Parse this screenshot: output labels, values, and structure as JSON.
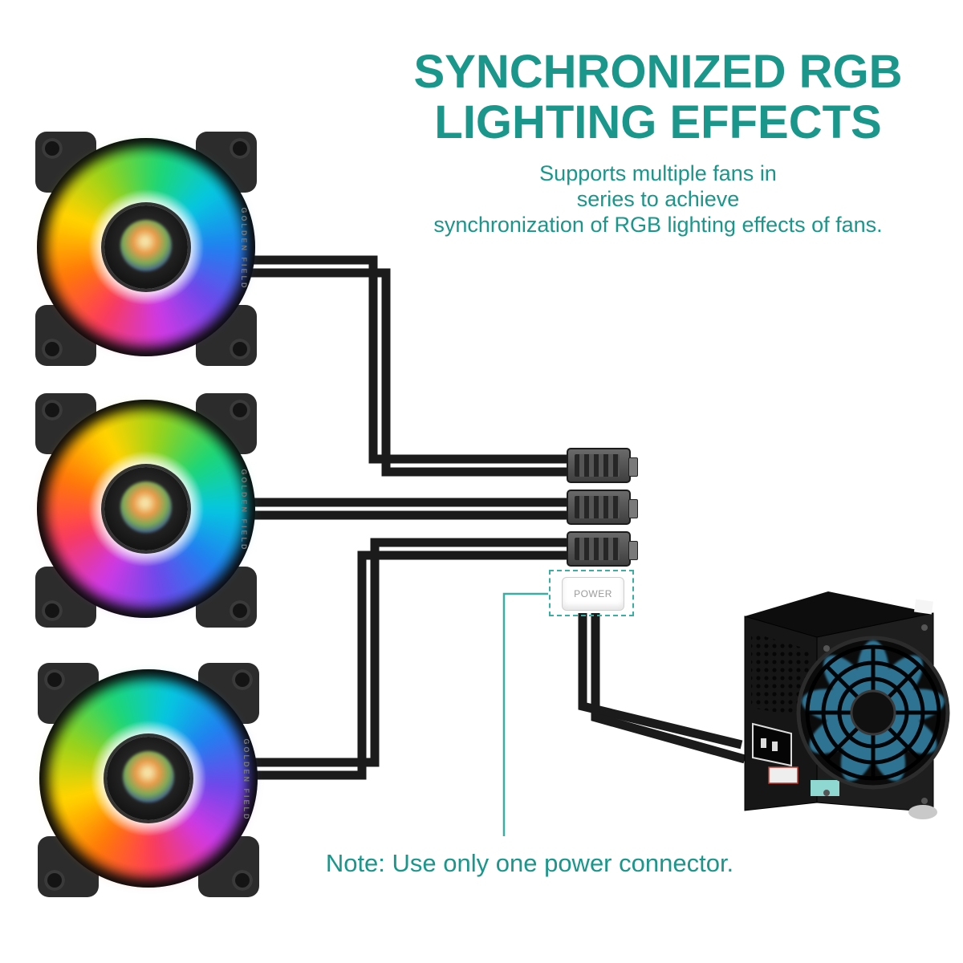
{
  "header": {
    "title_line1": "SYNCHRONIZED RGB",
    "title_line2": "LIGHTING EFFECTS",
    "subtitle_lines": {
      "l1": "Supports multiple fans in",
      "l2": "series to achieve",
      "l3": "synchronization of RGB lighting effects of fans."
    }
  },
  "diagram": {
    "fan_brand": "GOLDEN FIELD",
    "fan_count": "3",
    "power_connector_label": "POWER",
    "note": "Note: Use only one power connector."
  },
  "colors": {
    "teal_text": "#1a968a",
    "annotation_line": "#3aaea3",
    "cable": "#1b1b1b",
    "background": "#ffffff"
  }
}
